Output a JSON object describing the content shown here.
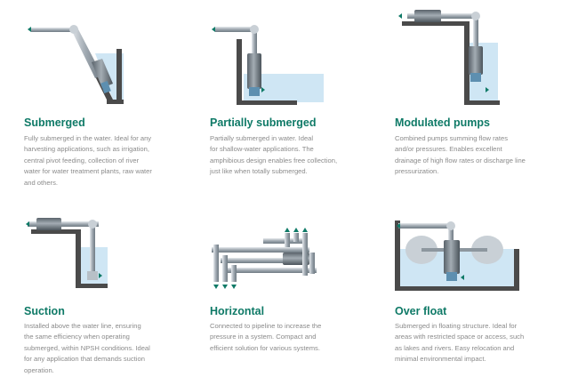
{
  "cards": [
    {
      "title": "Submerged",
      "lines": [
        "Fully submerged in the water. Ideal for any",
        "harvesting applications, such as irrigation,",
        "central pivot feeding, collection of river",
        "water for water treatment plants, raw water",
        "and others."
      ]
    },
    {
      "title": "Partially submerged",
      "lines": [
        "Partially submerged in water. Ideal",
        "for shallow-water applications. The",
        "amphibious design enables free collection,",
        "just like when totally submerged."
      ]
    },
    {
      "title": "Modulated pumps",
      "lines": [
        "Combined pumps summing flow rates",
        "and/or pressures. Enables excellent",
        "drainage of high flow rates or discharge line",
        "pressurization."
      ]
    },
    {
      "title": "Suction",
      "lines": [
        "Installed above the water line, ensuring",
        "the same efficiency when operating",
        "submerged, within NPSH conditions. Ideal",
        "for any application that demands suction",
        "operation."
      ]
    },
    {
      "title": "Horizontal",
      "lines": [
        "Connected to pipeline to increase the",
        "pressure in a system. Compact and",
        "efficient solution for various systems."
      ]
    },
    {
      "title": "Over float",
      "lines": [
        "Submerged in floating structure. Ideal for",
        "areas with restricted space or access, such",
        "as lakes and rivers. Easy relocation and",
        "minimal environmental impact."
      ]
    }
  ],
  "colors": {
    "accent": "#0f7a67",
    "water": "#cfe6f4",
    "body_text": "#8b8b8b"
  }
}
